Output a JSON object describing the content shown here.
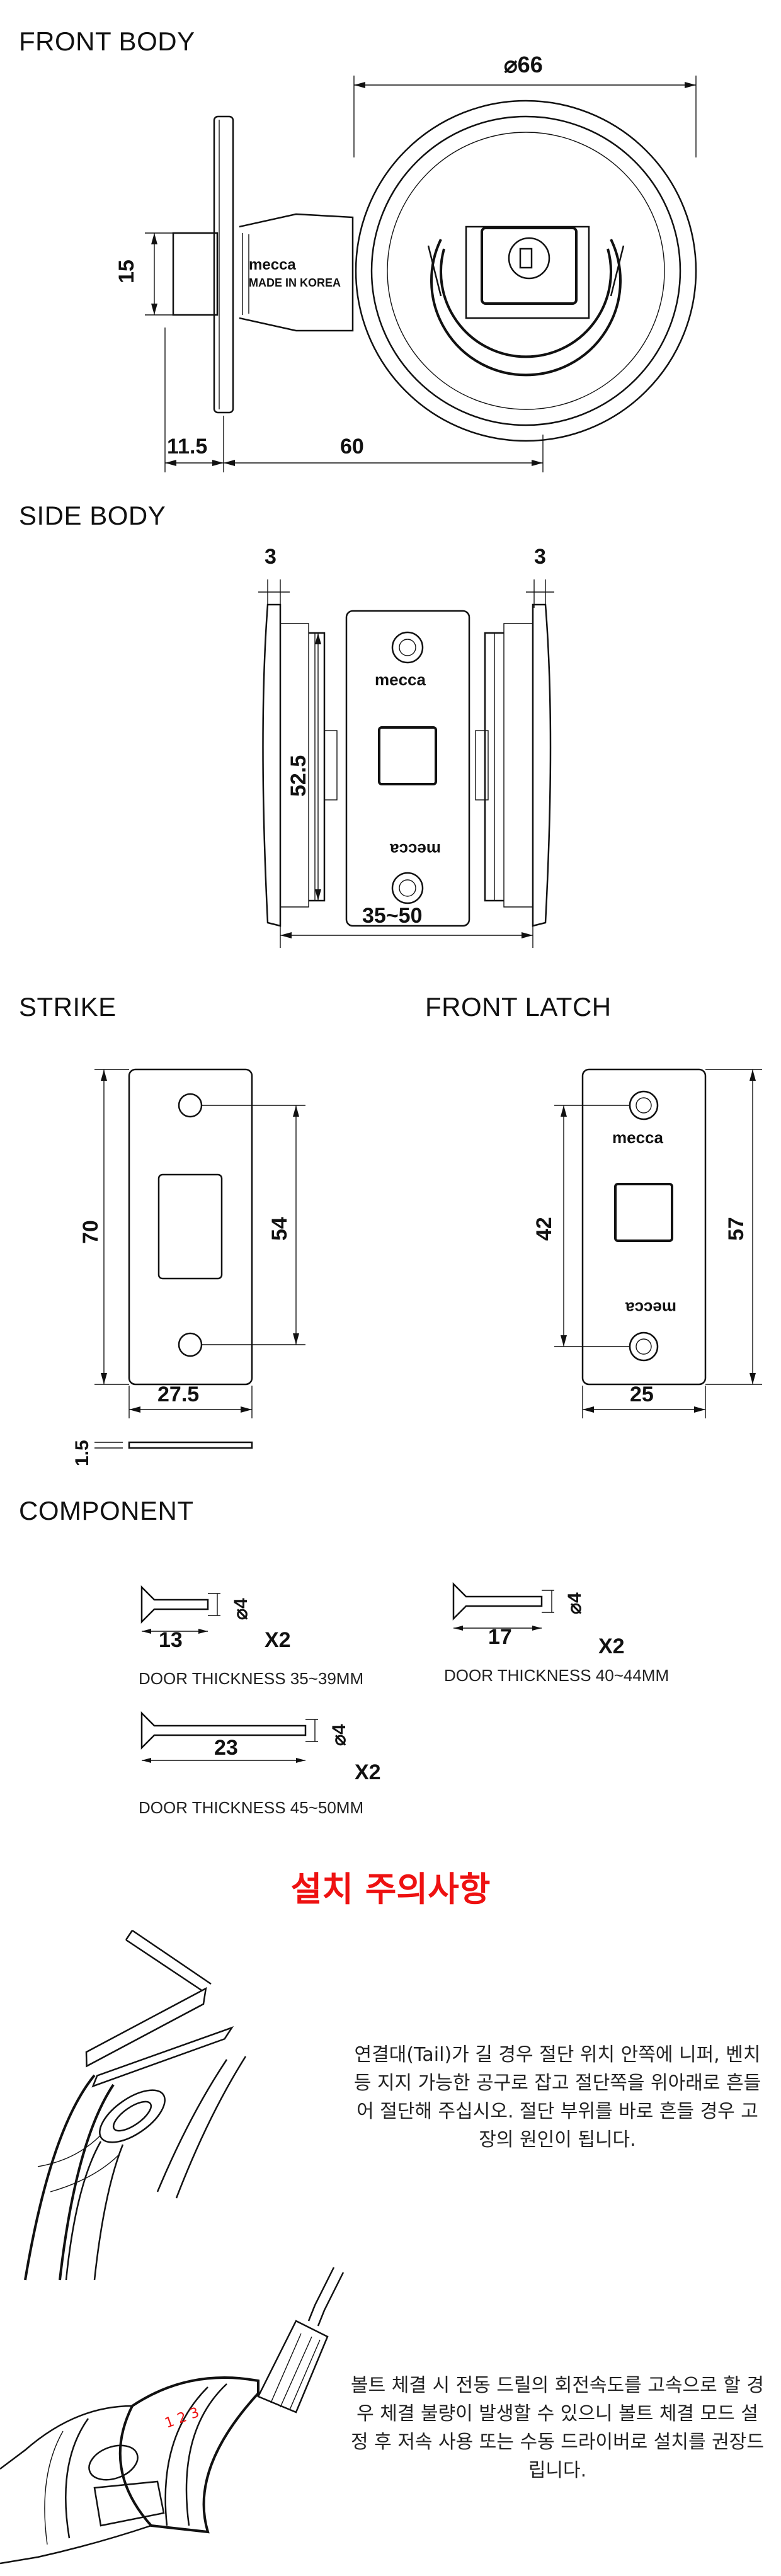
{
  "sections": {
    "front_body": "FRONT BODY",
    "side_body": "SIDE BODY",
    "strike": "STRIKE",
    "front_latch": "FRONT LATCH",
    "component": "COMPONENT"
  },
  "front_body": {
    "dia": "⌀66",
    "h15": "15",
    "w11_5": "11.5",
    "w60": "60",
    "brand": "mecca",
    "made_in": "MADE IN KOREA"
  },
  "side_body": {
    "left3": "3",
    "right3": "3",
    "h52_5": "52.5",
    "w35_50": "35~50",
    "brand_top": "mecca",
    "brand_bottom": "mecca"
  },
  "strike": {
    "h70": "70",
    "h54": "54",
    "w27_5": "27.5",
    "t1_5": "1.5"
  },
  "front_latch": {
    "h42": "42",
    "h57": "57",
    "w25": "25",
    "brand_top": "mecca",
    "brand_bottom": "mecca"
  },
  "components": [
    {
      "length": "13",
      "dia": "⌀4",
      "qty": "X2",
      "caption": "DOOR THICKNESS 35~39MM"
    },
    {
      "length": "17",
      "dia": "⌀4",
      "qty": "X2",
      "caption": "DOOR THICKNESS 40~44MM"
    },
    {
      "length": "23",
      "dia": "⌀4",
      "qty": "X2",
      "caption": "DOOR THICKNESS 45~50MM"
    }
  ],
  "precautions": {
    "title": "설치 주의사항",
    "note1": "연결대(Tail)가 길 경우 절단 위치 안쪽에 니퍼, 벤치 등 지지 가능한 공구로 잡고 절단쪽을 위아래로 흔들어 절단해 주십시오. 절단 부위를 바로 흔들 경우 고장의 원인이 됩니다.",
    "note2": "볼트 체결 시 전동 드릴의 회전속도를 고속으로 할 경우 체결 불량이 발생할 수 있으니 볼트 체결 모드 설정 후 저속 사용 또는 수동 드라이버로 설치를 권장드립니다."
  },
  "colors": {
    "accent": "#e11111",
    "line": "#111111"
  }
}
